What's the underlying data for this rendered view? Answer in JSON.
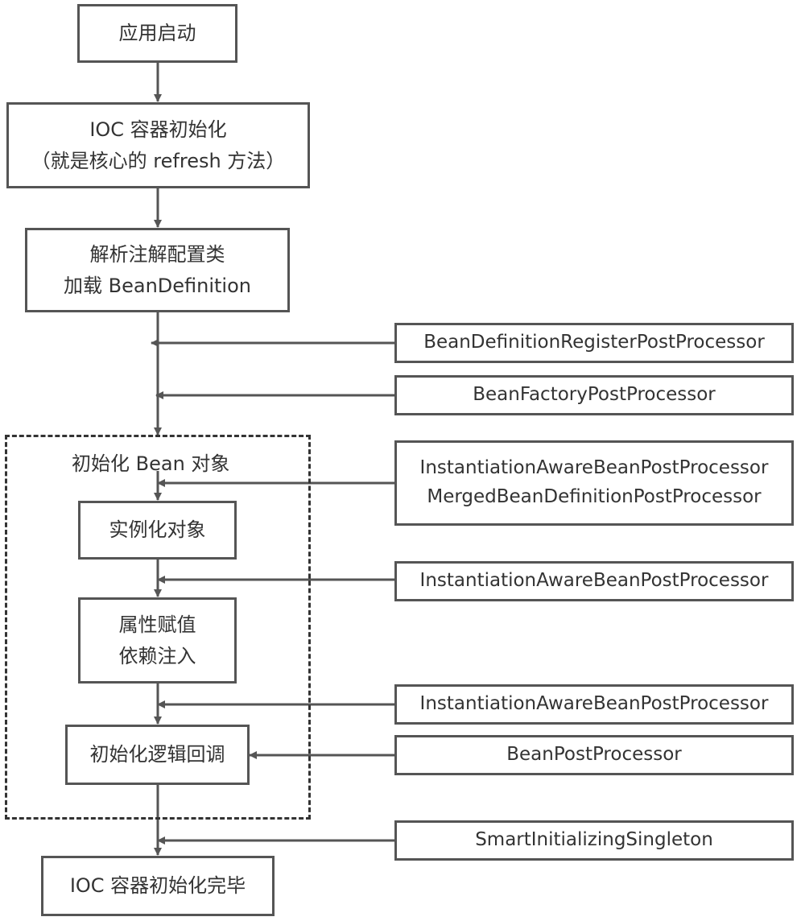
{
  "steps": {
    "start": {
      "line1": "应用启动"
    },
    "ioc_init": {
      "line1": "IOC 容器初始化",
      "line2": "（就是核心的 refresh 方法）"
    },
    "parse": {
      "line1": "解析注解配置类",
      "line2": "加载 BeanDefinition"
    },
    "group_title": "初始化 Bean 对象",
    "instantiate": {
      "line1": "实例化对象"
    },
    "populate": {
      "line1": "属性赋值",
      "line2": "依赖注入"
    },
    "init_callback": {
      "line1": "初始化逻辑回调"
    },
    "ioc_done": {
      "line1": "IOC 容器初始化完毕"
    }
  },
  "processors": {
    "p1": {
      "line1": "BeanDefinitionRegisterPostProcessor"
    },
    "p2": {
      "line1": "BeanFactoryPostProcessor"
    },
    "p3": {
      "line1": "InstantiationAwareBeanPostProcessor",
      "line2": "MergedBeanDefinitionPostProcessor"
    },
    "p4": {
      "line1": "InstantiationAwareBeanPostProcessor"
    },
    "p5": {
      "line1": "InstantiationAwareBeanPostProcessor"
    },
    "p6": {
      "line1": "BeanPostProcessor"
    },
    "p7": {
      "line1": "SmartInitializingSingleton"
    }
  },
  "colors": {
    "stroke": "#555555",
    "dashed_border": "#333333",
    "text": "#333333",
    "background": "#ffffff"
  }
}
